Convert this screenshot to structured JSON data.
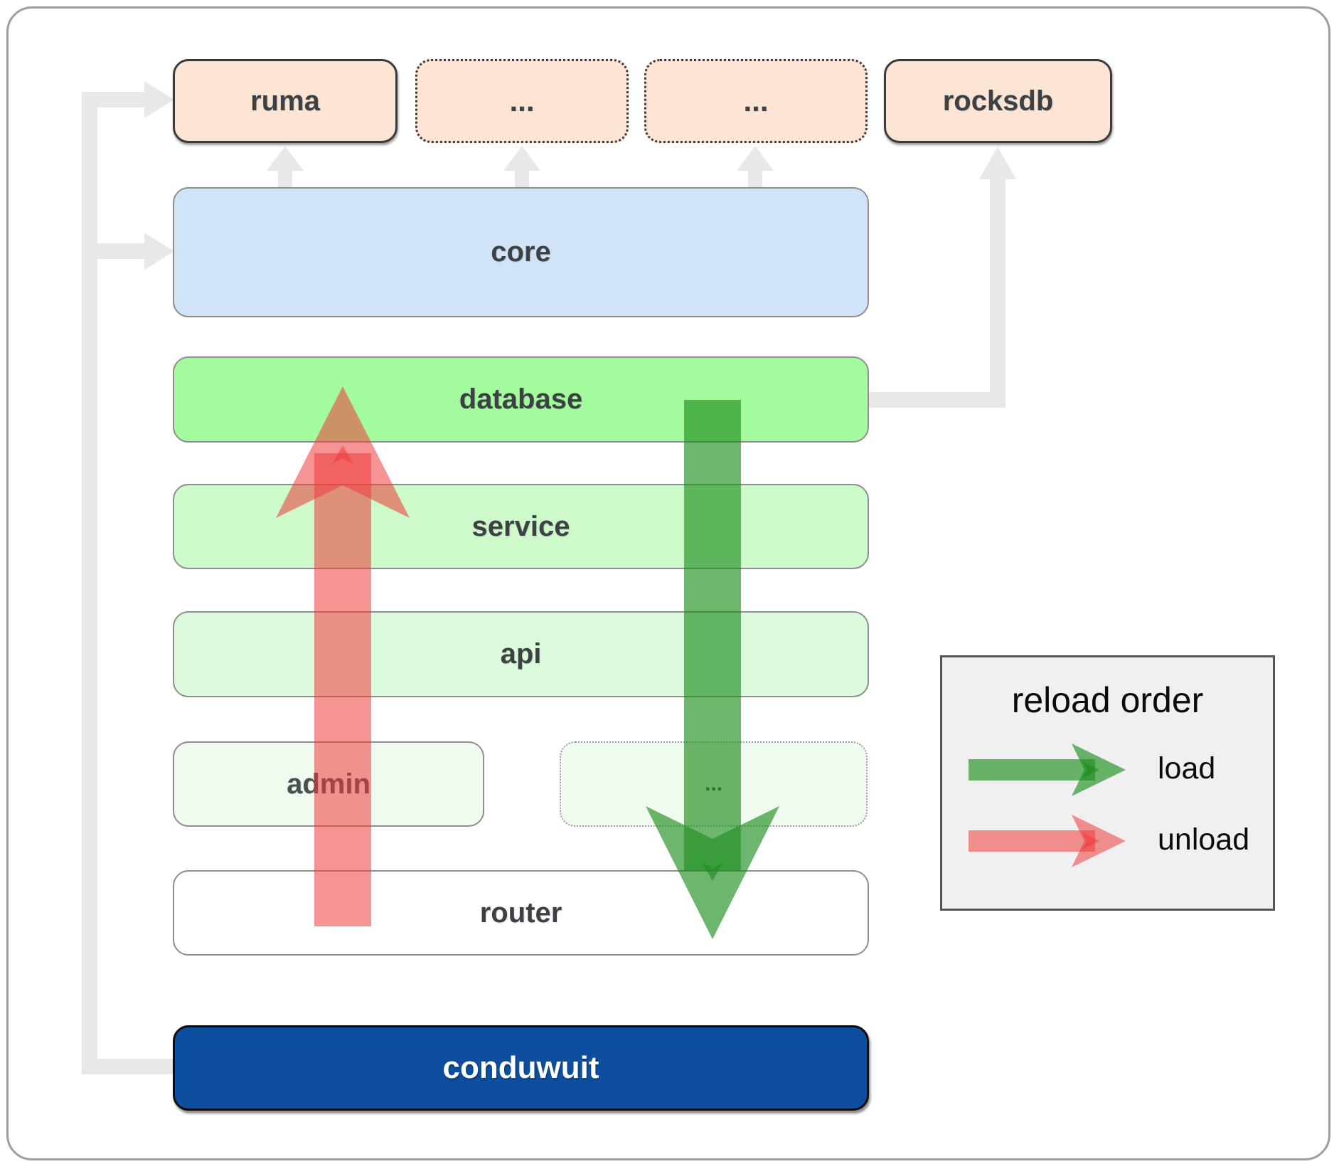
{
  "nodes": {
    "ruma": "ruma",
    "ellipsis_top_left": "...",
    "ellipsis_top_right": "...",
    "rocksdb": "rocksdb",
    "core": "core",
    "database": "database",
    "service": "service",
    "api": "api",
    "admin": "admin",
    "ellipsis_middle": "...",
    "router": "router",
    "conduwuit": "conduwuit"
  },
  "legend": {
    "title": "reload order",
    "load_label": "load",
    "unload_label": "unload"
  },
  "colors": {
    "load_arrow": "#1f8f1f",
    "unload_arrow": "#ef3b3b",
    "connector": "#e8e8e8",
    "crate_peach": "#fce5d4",
    "core_blue": "#d0e3f7",
    "database_green": "#a4fb9d",
    "service_green": "#cdf9cb",
    "api_green": "#dcfadc",
    "faint_green": "#effbef",
    "router_white": "#ffffff",
    "conduwuit_blue": "#0d4f9e",
    "legend_bg": "#f0f0f0"
  }
}
